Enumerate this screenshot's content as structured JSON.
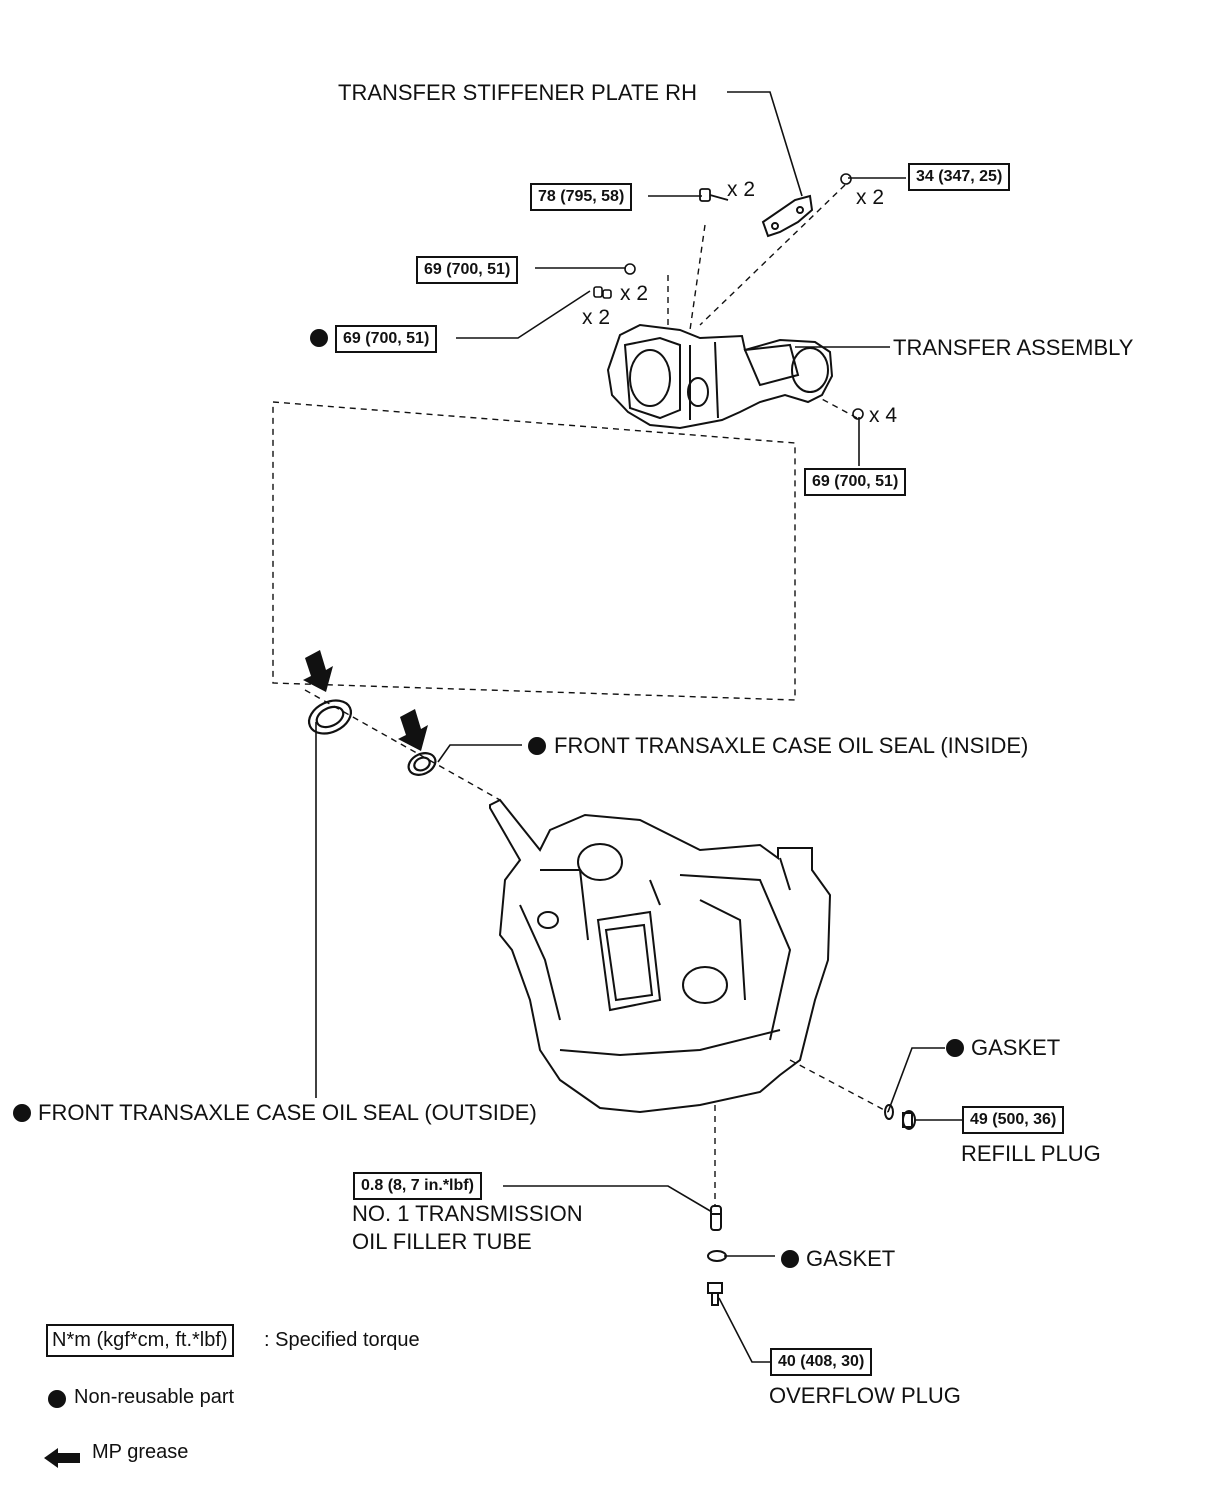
{
  "labels": {
    "transfer_stiffener": "TRANSFER STIFFENER PLATE RH",
    "transfer_assembly": "TRANSFER ASSEMBLY",
    "seal_inside": "FRONT TRANSAXLE CASE OIL SEAL (INSIDE)",
    "seal_outside": "FRONT TRANSAXLE CASE OIL SEAL (OUTSIDE)",
    "gasket_refill": "GASKET",
    "refill_plug": "REFILL PLUG",
    "filler_tube_line1": "NO. 1 TRANSMISSION",
    "filler_tube_line2": "OIL FILLER TUBE",
    "gasket_overflow": "GASKET",
    "overflow_plug": "OVERFLOW PLUG"
  },
  "torques": {
    "stiffener_left": "78 (795, 58)",
    "stiffener_right": "34 (347, 25)",
    "transfer_top": "69 (700, 51)",
    "transfer_left": "69 (700, 51)",
    "transfer_bottom": "69 (700, 51)",
    "refill_plug": "49 (500, 36)",
    "filler_tube": "0.8 (8, 7 in.*lbf)",
    "overflow_plug": "40 (408, 30)"
  },
  "quantities": {
    "stiffener_left": "x 2",
    "stiffener_right": "x 2",
    "transfer_upper": "x 2",
    "transfer_lower": "x 2",
    "transfer_bottom": "x 4"
  },
  "legend": {
    "torque_box": "N*m (kgf*cm, ft.*lbf)",
    "torque_text": ": Specified torque",
    "non_reusable": "Non-reusable part",
    "grease": "MP grease"
  }
}
